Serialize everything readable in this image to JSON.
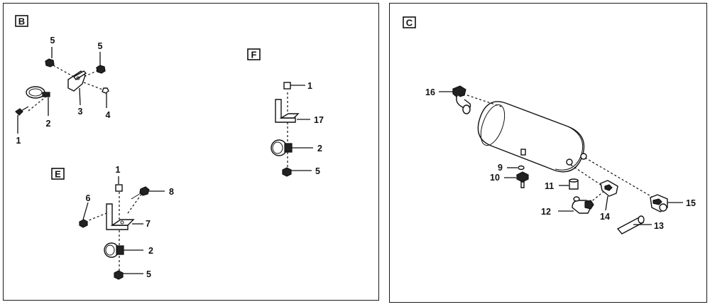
{
  "sections": {
    "B": "B",
    "E": "E",
    "F": "F",
    "C": "C"
  },
  "callouts_b": [
    "5",
    "5",
    "1",
    "2",
    "3",
    "4"
  ],
  "callouts_e": [
    "1",
    "8",
    "6",
    "7",
    "2",
    "5"
  ],
  "callouts_f": [
    "1",
    "17",
    "2",
    "5"
  ],
  "callouts_c": [
    "16",
    "9",
    "10",
    "11",
    "12",
    "14",
    "15",
    "13"
  ]
}
